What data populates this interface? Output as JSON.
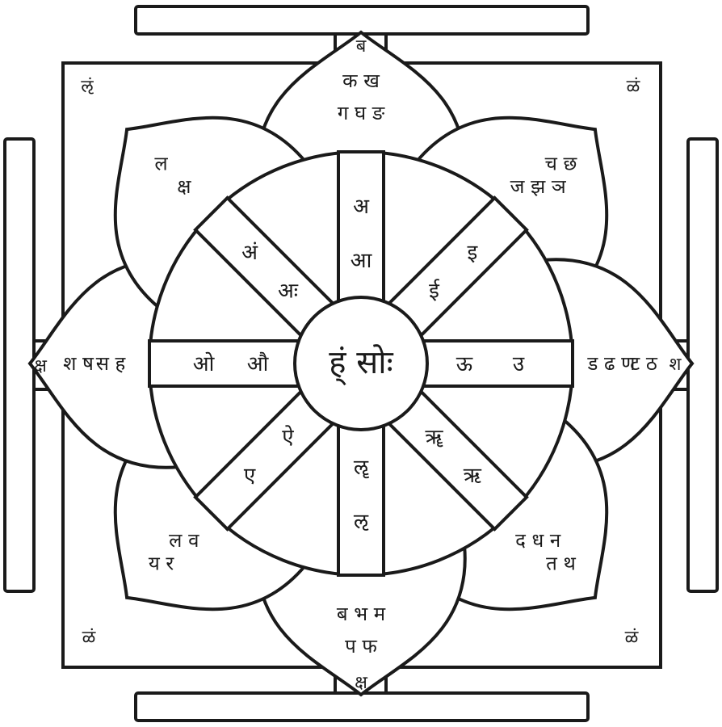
{
  "diagram": {
    "center_text": "ह्ं सोः",
    "spokes": [
      {
        "id": "top",
        "syllables": [
          "अ",
          "आ"
        ]
      },
      {
        "id": "top-right",
        "syllables": [
          "इ",
          "ई"
        ]
      },
      {
        "id": "right",
        "syllables": [
          "उ",
          "ऊ"
        ]
      },
      {
        "id": "bottom-right",
        "syllables": [
          "ऋ",
          "ॠ"
        ]
      },
      {
        "id": "bottom",
        "syllables": [
          "ऌ",
          "ॡ"
        ]
      },
      {
        "id": "bottom-left",
        "syllables": [
          "ए",
          "ऐ"
        ]
      },
      {
        "id": "left",
        "syllables": [
          "ओ",
          "औ"
        ]
      },
      {
        "id": "top-left",
        "syllables": [
          "अं",
          "अः"
        ]
      }
    ],
    "petals": [
      {
        "id": "top",
        "lines": [
          "क ख",
          "ग घ ङ"
        ]
      },
      {
        "id": "top-right",
        "lines": [
          "च छ",
          "ज झ ञ"
        ]
      },
      {
        "id": "right",
        "lines": [
          "ट ठ",
          "ड ढ ण"
        ]
      },
      {
        "id": "bottom-right",
        "lines": [
          "त थ",
          "द ध न"
        ]
      },
      {
        "id": "bottom",
        "lines": [
          "प फ",
          "ब भ म"
        ]
      },
      {
        "id": "bottom-left",
        "lines": [
          "य र",
          "ल व"
        ]
      },
      {
        "id": "left",
        "lines": [
          "श ष",
          "स ह"
        ]
      },
      {
        "id": "top-left",
        "lines": [
          "ल",
          "क्ष"
        ]
      }
    ],
    "gate_letters": {
      "top": "ब",
      "right": "श",
      "bottom": "क्ष",
      "left": "क्ष"
    },
    "corner_letters": {
      "top-left": "ऌं",
      "top-right": "ळं",
      "bottom-left": "ळं",
      "bottom-right": "ळं"
    }
  }
}
